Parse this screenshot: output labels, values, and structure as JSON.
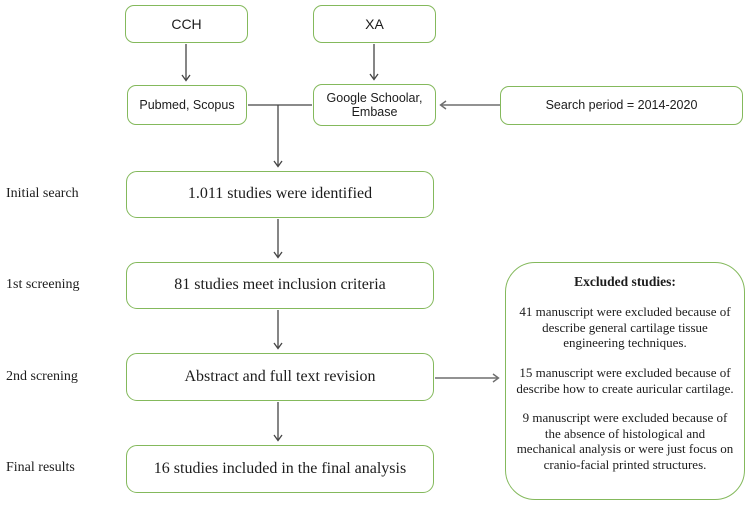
{
  "colors": {
    "box_border": "#84b95c",
    "arrow_dark": "#454545",
    "arrow_gray": "#6e6e6e",
    "text": "#1c1c1c",
    "background": "#ffffff"
  },
  "sources": {
    "cch": "CCH",
    "xa": "XA",
    "pubmed_scopus": "Pubmed, Scopus",
    "google_embase": "Google Schoolar, Embase",
    "search_period": "Search period = 2014-2020"
  },
  "stages": [
    {
      "label": "Initial search",
      "box": "1.011 studies were identified"
    },
    {
      "label": "1st screening",
      "box": "81 studies meet inclusion criteria"
    },
    {
      "label": "2nd screning",
      "box": "Abstract and full text revision"
    },
    {
      "label": "Final results",
      "box": "16 studies included in the final analysis"
    }
  ],
  "excluded": {
    "title": "Excluded studies:",
    "items": [
      "41 manuscript were excluded because of describe general cartilage tissue engineering techniques.",
      "15 manuscript were excluded because of describe how to create auricular cartilage.",
      "9 manuscript were excluded because of the absence of histological and mechanical analysis or were just focus on cranio-facial printed structures."
    ]
  }
}
